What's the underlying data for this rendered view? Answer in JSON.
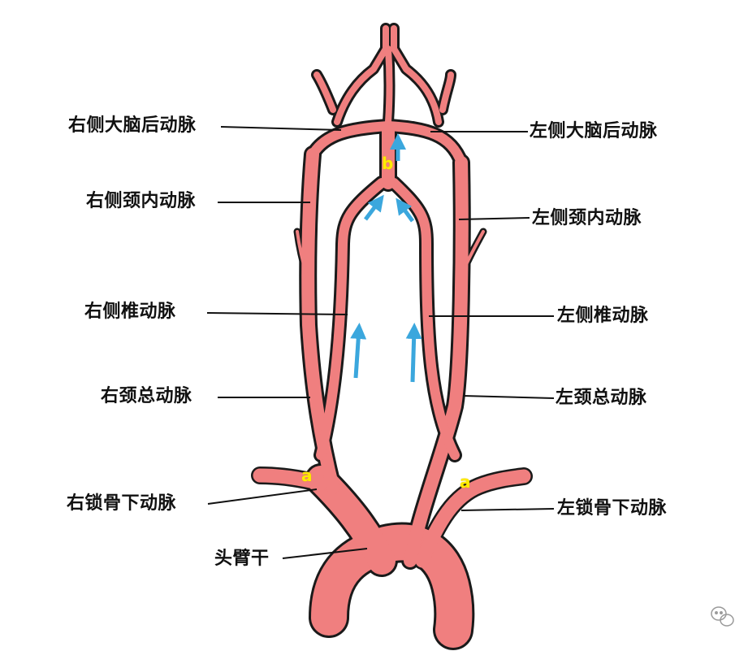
{
  "labels": {
    "right_pca": "右侧大脑后动脉",
    "left_pca": "左侧大脑后动脉",
    "right_ica": "右侧颈内动脉",
    "left_ica": "左侧颈内动脉",
    "right_vertebral": "右侧椎动脉",
    "left_vertebral": "左侧椎动脉",
    "right_cca": "右颈总动脉",
    "left_cca": "左颈总动脉",
    "right_subclavian": "右锁骨下动脉",
    "left_subclavian": "左锁骨下动脉",
    "brachiocephalic": "头臂干"
  },
  "markers": {
    "a_right": "a",
    "a_left": "a",
    "b_basilar": "b"
  },
  "colors": {
    "vessel_fill": "#f07f7f",
    "vessel_outline": "#1a1a1a",
    "flow_arrow": "#3ba7dd",
    "marker_text": "#ffeb00",
    "label_text": "#111111"
  },
  "icons": {
    "watermark": "wechat-logo-icon"
  }
}
